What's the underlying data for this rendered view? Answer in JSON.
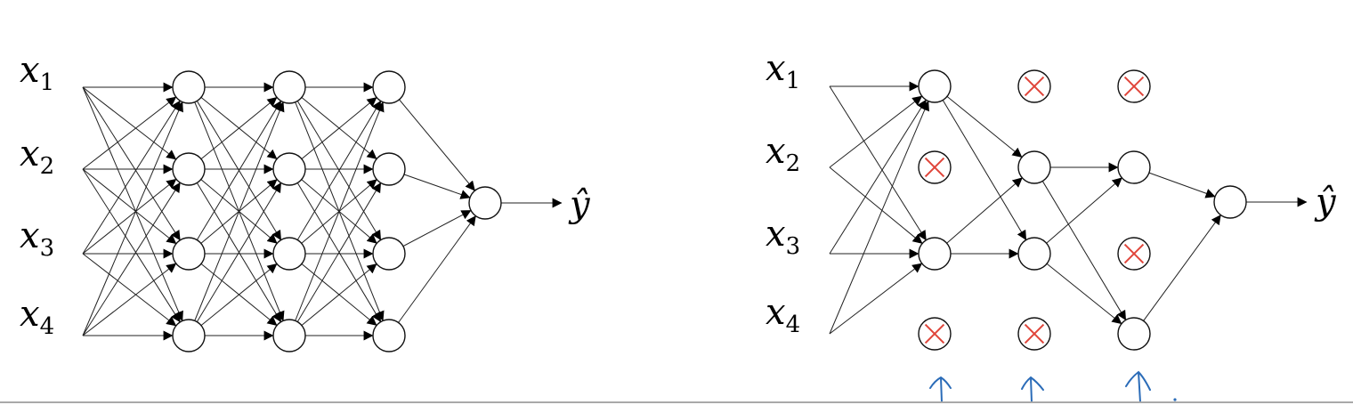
{
  "inputs": [
    {
      "base": "x",
      "sub": "1"
    },
    {
      "base": "x",
      "sub": "2"
    },
    {
      "base": "x",
      "sub": "3"
    },
    {
      "base": "x",
      "sub": "4"
    }
  ],
  "output_label": "ŷ",
  "full_network": {
    "layers": [
      4,
      4,
      4,
      1
    ],
    "input_rows": [
      0,
      1,
      2,
      3
    ]
  },
  "dropout_network": {
    "input_edges": [
      [
        0,
        0
      ],
      [
        0,
        2
      ],
      [
        1,
        0
      ],
      [
        1,
        2
      ],
      [
        2,
        0
      ],
      [
        2,
        2
      ],
      [
        3,
        0
      ],
      [
        3,
        2
      ]
    ],
    "layers": [
      {
        "kept": [
          0,
          2
        ],
        "dropped": [
          1,
          3
        ]
      },
      {
        "kept": [
          1,
          2
        ],
        "dropped": [
          0,
          3
        ]
      },
      {
        "kept": [
          1,
          3
        ],
        "dropped": [
          0,
          2
        ]
      }
    ],
    "edges": [
      {
        "from": [
          1,
          0
        ],
        "to": [
          2,
          1
        ]
      },
      {
        "from": [
          1,
          0
        ],
        "to": [
          2,
          2
        ]
      },
      {
        "from": [
          1,
          2
        ],
        "to": [
          2,
          1
        ]
      },
      {
        "from": [
          1,
          2
        ],
        "to": [
          2,
          2
        ]
      },
      {
        "from": [
          2,
          1
        ],
        "to": [
          3,
          1
        ]
      },
      {
        "from": [
          2,
          1
        ],
        "to": [
          3,
          3
        ]
      },
      {
        "from": [
          2,
          2
        ],
        "to": [
          3,
          1
        ]
      },
      {
        "from": [
          2,
          2
        ],
        "to": [
          3,
          3
        ]
      },
      {
        "from": [
          3,
          1
        ],
        "to": [
          4,
          0
        ]
      },
      {
        "from": [
          3,
          3
        ],
        "to": [
          4,
          0
        ]
      }
    ]
  },
  "colors": {
    "node_stroke": "#111111",
    "edge": "#222222",
    "dropped_x": "#e0453a",
    "annotation": "#2b6cb8"
  }
}
